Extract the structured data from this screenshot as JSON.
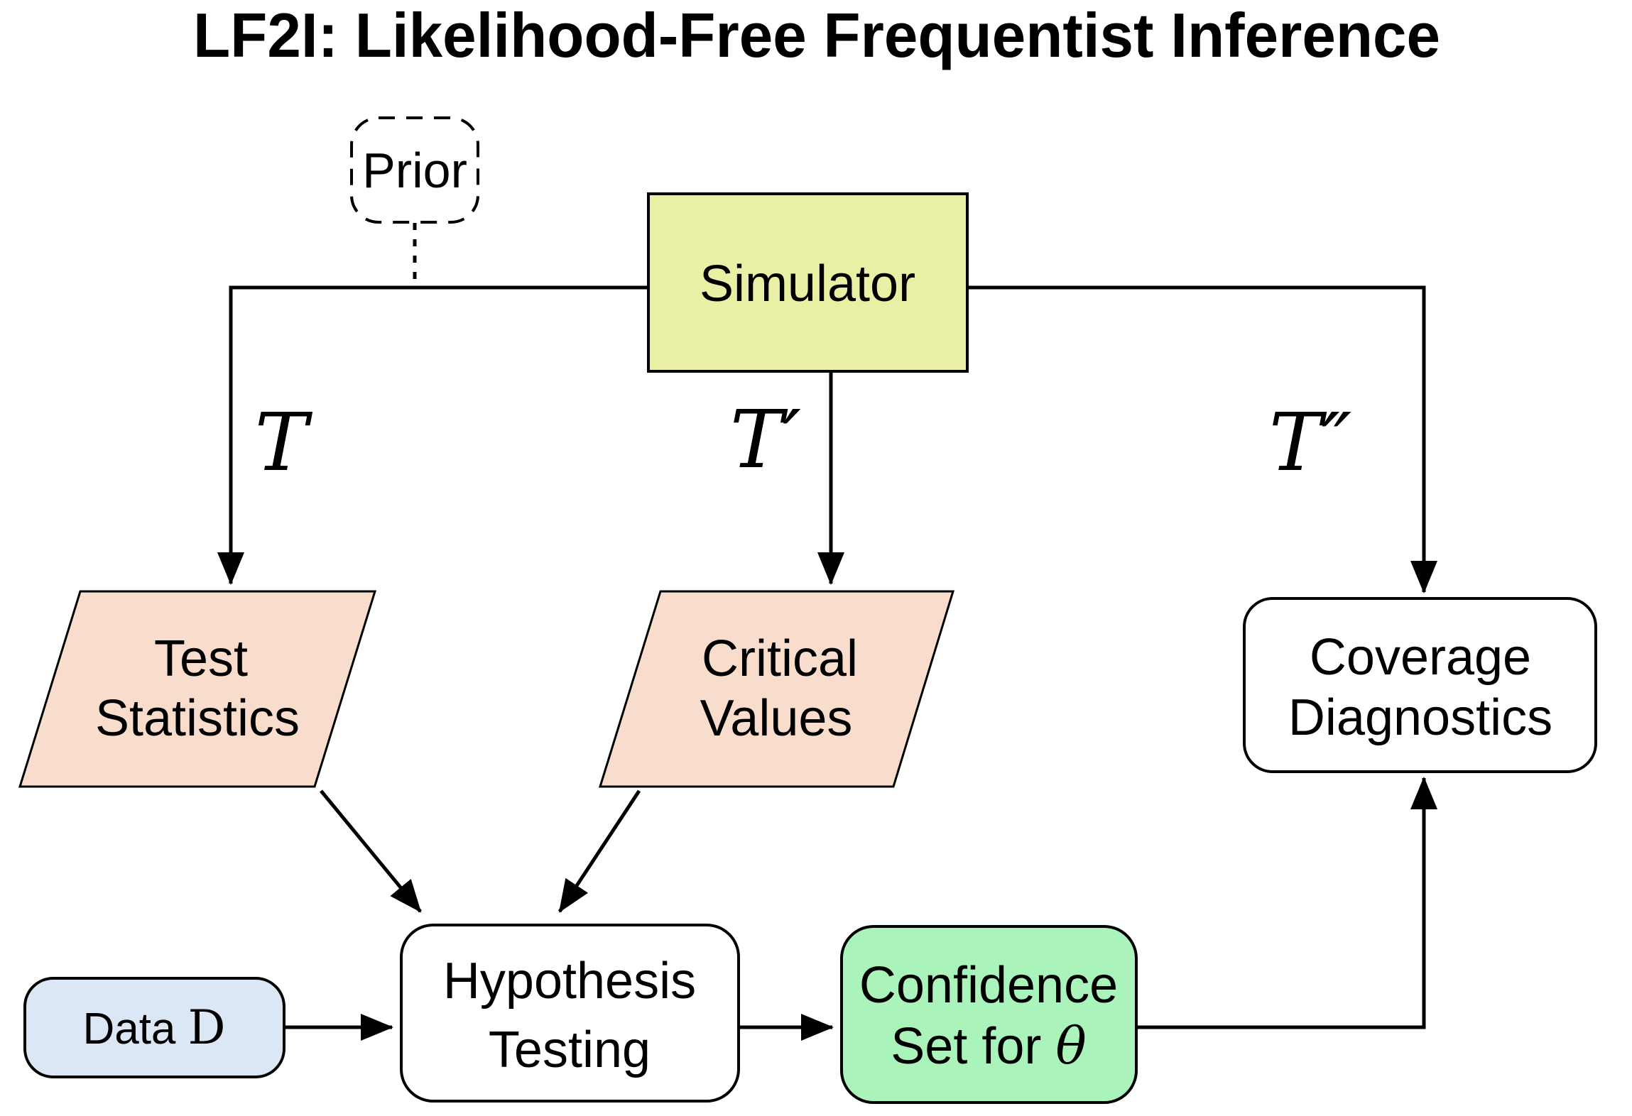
{
  "title": "LF2I: Likelihood-Free Frequentist Inference",
  "colors": {
    "background": "#ffffff",
    "line": "#000000",
    "simulator_fill": "#e9f0a6",
    "parallelogram_fill": "#f8ddcd",
    "data_fill": "#dce7f6",
    "confidence_fill": "#aaf4bc",
    "plain_box_fill": "#ffffff"
  },
  "nodes": {
    "prior": {
      "label": "Prior"
    },
    "simulator": {
      "label": "Simulator"
    },
    "test_statistics": {
      "line1": "Test",
      "line2": "Statistics"
    },
    "critical_values": {
      "line1": "Critical",
      "line2": "Values"
    },
    "coverage_diagnostics": {
      "line1": "Coverage",
      "line2": "Diagnostics"
    },
    "hypothesis_testing": {
      "line1": "Hypothesis",
      "line2": "Testing"
    },
    "data": {
      "prefix": "Data ",
      "symbol": "D"
    },
    "confidence_set": {
      "line1": "Confidence",
      "line2_prefix": "Set for ",
      "line2_symbol": "θ"
    }
  },
  "edge_labels": {
    "t": "T",
    "t_prime": "T′",
    "t_double_prime": "T″"
  }
}
